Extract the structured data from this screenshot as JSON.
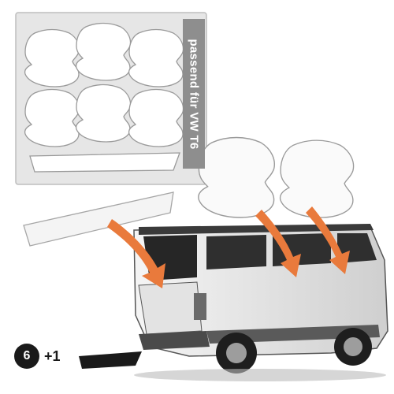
{
  "sheet": {
    "compat_label": "passend für VW T6"
  },
  "contents": {
    "count_main": "6",
    "count_extra": "+1"
  },
  "colors": {
    "sheet_bg": "#e6e6e6",
    "label_bg": "#8e8e8e",
    "arrow": "#e97a3c",
    "badge": "#1a1a1a"
  },
  "icons": [
    "door-handle-cover-icon",
    "bumper-strip-icon",
    "van-image",
    "arrow-icon"
  ]
}
